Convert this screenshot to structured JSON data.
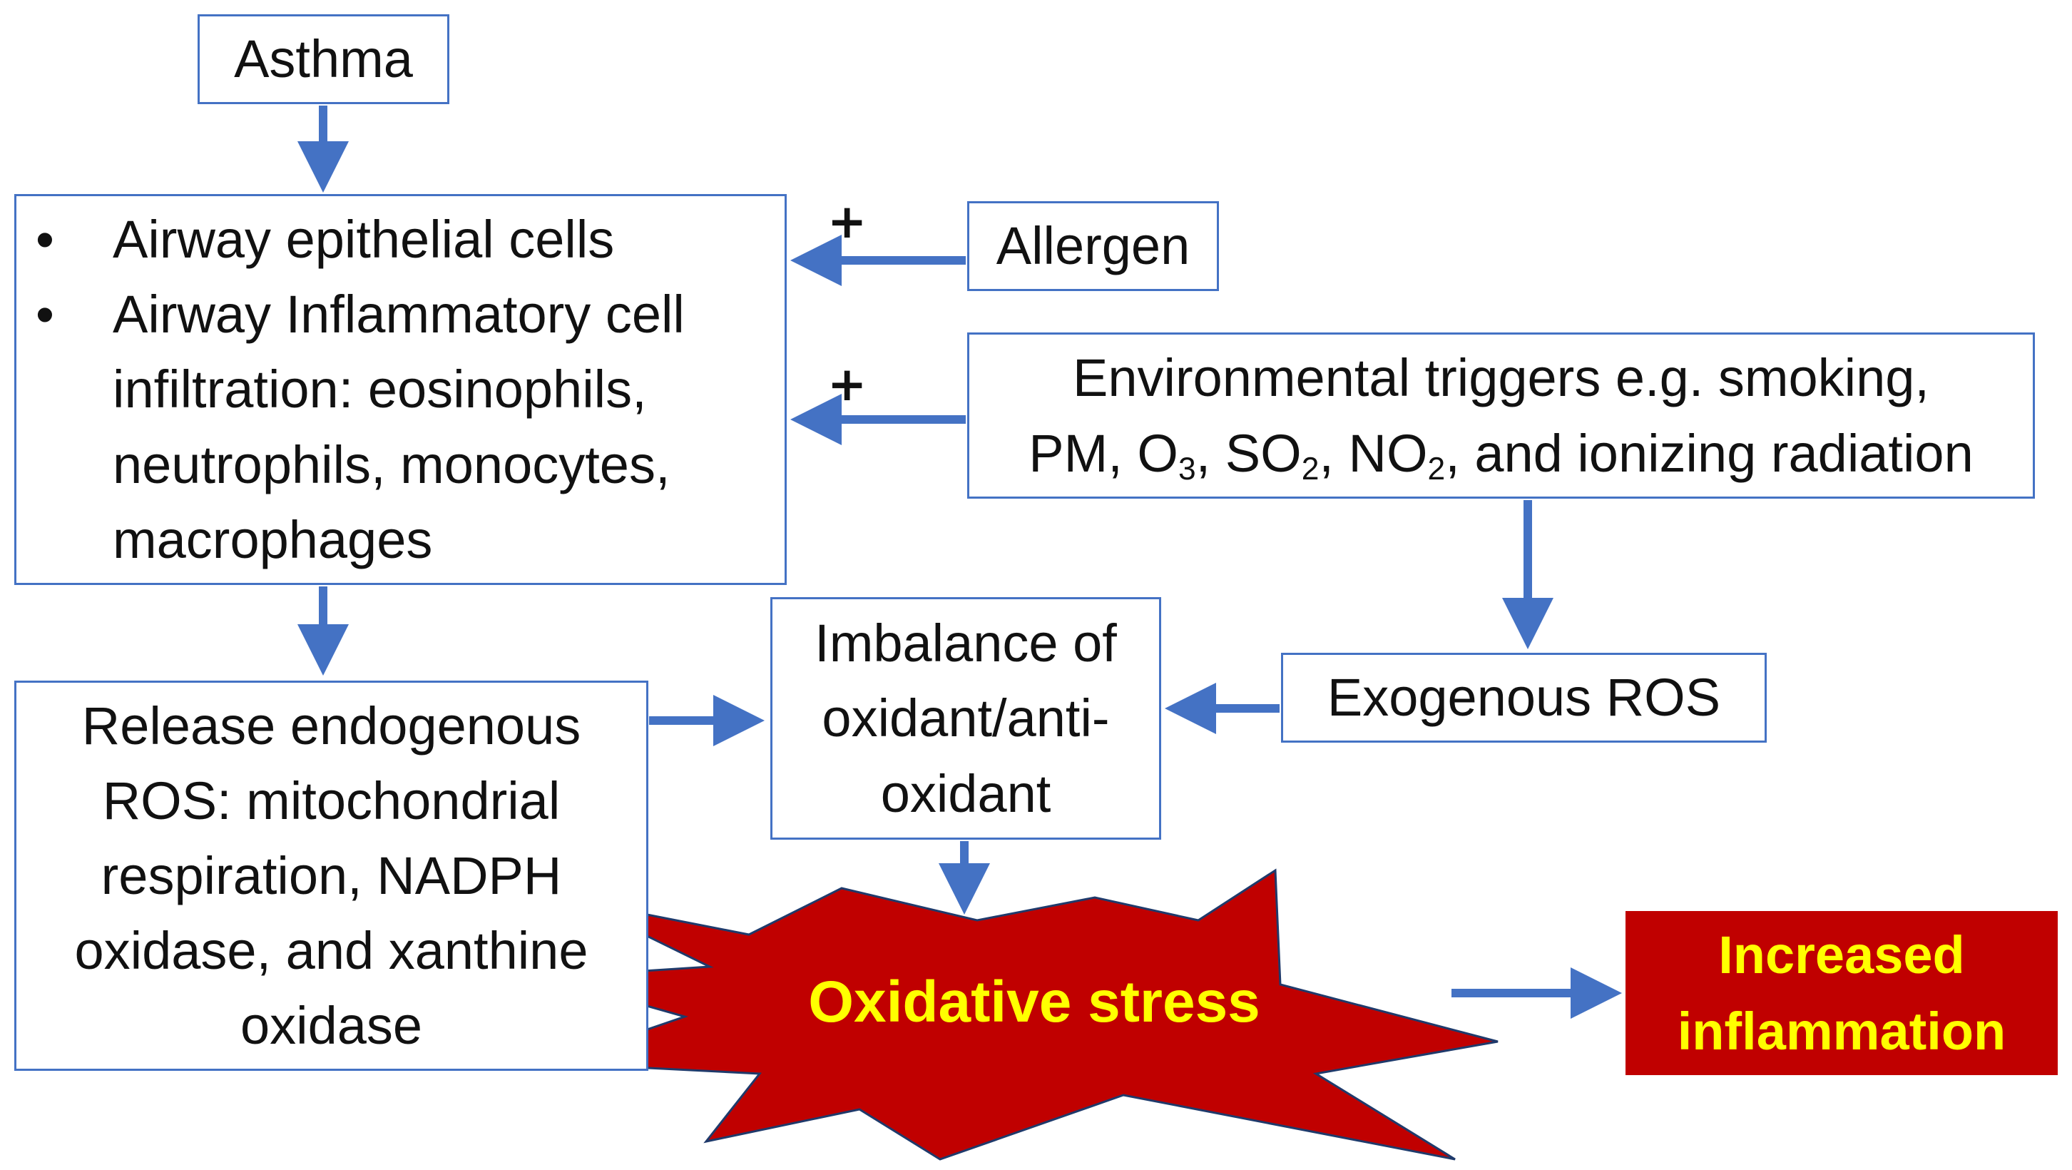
{
  "nodes": {
    "asthma": "Asthma",
    "airway_items": [
      "Airway epithelial cells",
      "Airway Inflammatory cell infiltration: eosinophils, neutrophils, monocytes, macrophages"
    ],
    "allergen": "Allergen",
    "environmental": {
      "line1": "Environmental triggers e.g. smoking,",
      "pm": "PM, O",
      "o_sub": "3",
      "so": ", SO",
      "so_sub": "2",
      "no": ", NO",
      "no_sub": "2",
      "rest": ", and ionizing radiation"
    },
    "exogenous_ros": "Exogenous ROS",
    "imbalance": "Imbalance of oxidant/anti-oxidant",
    "release": "Release endogenous ROS: mitochondrial respiration, NADPH oxidase, and xanthine oxidase",
    "oxidative_stress": "Oxidative stress",
    "increased_inflammation": "Increased inflammation"
  },
  "edge_labels": {
    "allergen_plus": "+",
    "environmental_plus": "+"
  },
  "colors": {
    "border": "#4472c4",
    "arrow": "#4472c4",
    "burst_fill": "#c00000",
    "burst_text": "#ffff00",
    "result_fill": "#c00000",
    "result_text": "#ffff00"
  }
}
